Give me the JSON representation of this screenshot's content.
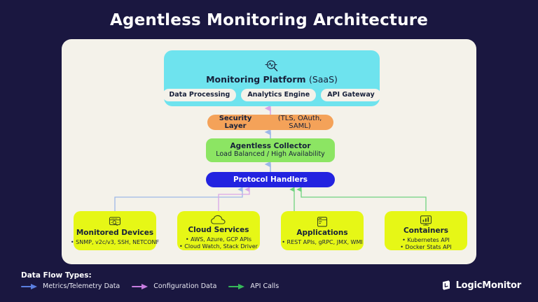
{
  "header": {
    "title": "Agentless Monitoring Architecture"
  },
  "colors": {
    "background": "#1a1740",
    "canvas": "#f4f2ea",
    "platform": "#6ee3ee",
    "security": "#f4a259",
    "collector": "#8ce563",
    "protocol": "#2323e0",
    "source": "#e6f716",
    "flow_metrics": "#9db8e8",
    "flow_config": "#d9a6e8",
    "flow_api": "#6fd37f"
  },
  "diagram": {
    "platform": {
      "icon": "magnifier-pulse-icon",
      "title_bold": "Monitoring Platform",
      "title_thin": "(SaaS)",
      "pills": [
        {
          "label": "Data Processing"
        },
        {
          "label": "Analytics Engine"
        },
        {
          "label": "API Gateway"
        }
      ]
    },
    "security": {
      "title_bold": "Security Layer",
      "title_thin": "(TLS, OAuth, SAML)"
    },
    "collector": {
      "title": "Agentless Collector",
      "subtitle": "Load Balanced / High Availability"
    },
    "protocol": {
      "title": "Protocol Handlers"
    },
    "sources": [
      {
        "icon": "server-device-icon",
        "title": "Monitored Devices",
        "lines": [
          "• SNMP, v2c/v3, SSH, NETCONF"
        ]
      },
      {
        "icon": "cloud-icon",
        "title": "Cloud Services",
        "lines": [
          "• AWS, Azure, GCP APIs",
          "• Cloud Watch, Stack Driver"
        ]
      },
      {
        "icon": "application-window-icon",
        "title": "Applications",
        "lines": [
          "• REST APIs, gRPC, JMX, WMI"
        ]
      },
      {
        "icon": "container-monitor-chart-icon",
        "title": "Containers",
        "lines": [
          "• Kubernetes API",
          "• Docker Stats API"
        ]
      }
    ]
  },
  "legend": {
    "title": "Data Flow Types:",
    "items": [
      {
        "label": "Metrics/Telemetry Data",
        "color": "#5b7fe0"
      },
      {
        "label": "Configuration Data",
        "color": "#c77de0"
      },
      {
        "label": "API Calls",
        "color": "#36b85a"
      }
    ]
  },
  "brand": {
    "name": "LogicMonitor",
    "icon": "logicmonitor-logo-icon"
  }
}
